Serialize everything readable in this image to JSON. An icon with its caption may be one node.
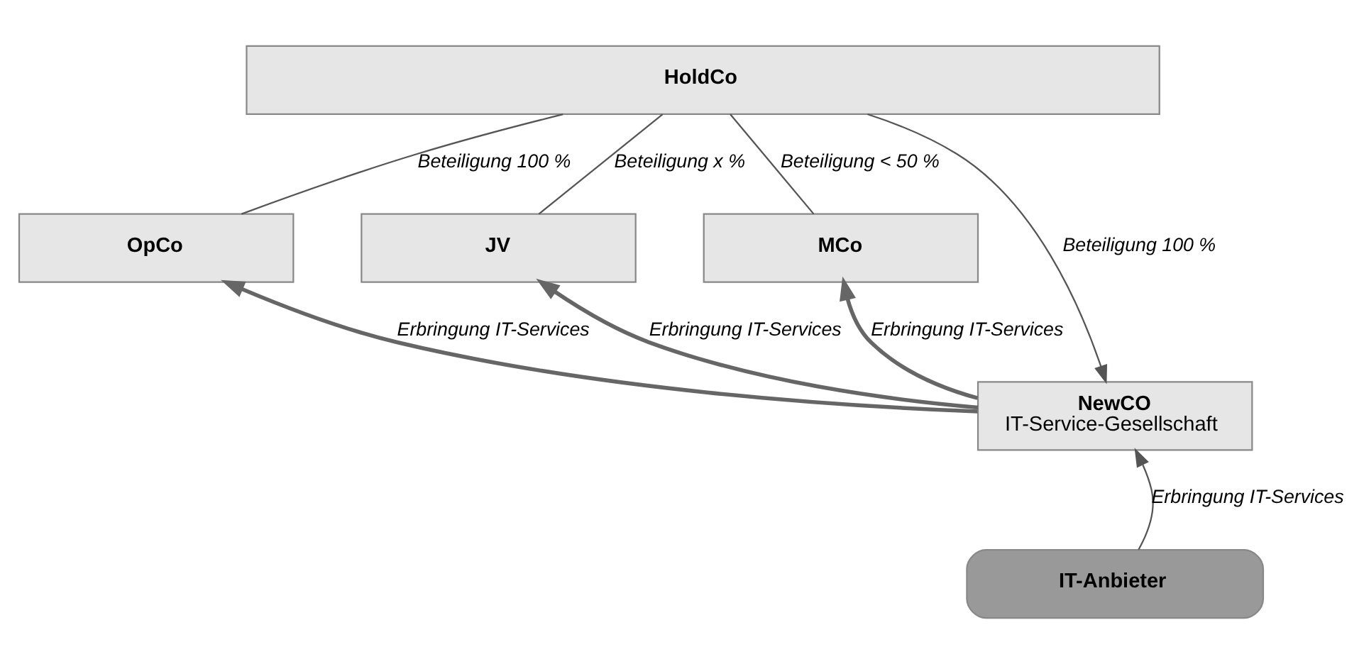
{
  "diagram": {
    "nodes": [
      {
        "text": [
          "HoldCo"
        ]
      },
      {
        "text": [
          "OpCo"
        ]
      },
      {
        "text": [
          "JV"
        ]
      },
      {
        "text": [
          "MCo"
        ]
      },
      {
        "text": [
          "NewCO",
          "IT-Service-Gesellschaft"
        ]
      },
      {
        "text": [
          "IT-Anbieter"
        ]
      }
    ],
    "edges": [
      {
        "from": 0,
        "to": 1,
        "arrow": "none",
        "label": "Beteiligung 100 %"
      },
      {
        "from": 0,
        "to": 2,
        "arrow": "none",
        "label": "Beteiligung x %"
      },
      {
        "from": 0,
        "to": 3,
        "arrow": "none",
        "label": "Beteiligung < 50 %"
      },
      {
        "from": 0,
        "to": 4,
        "arrow": "to",
        "label": "Beteiligung 100 %"
      },
      {
        "from": 4,
        "to": 1,
        "arrow": "to",
        "label": "Erbringung IT-Services",
        "style": "thick"
      },
      {
        "from": 4,
        "to": 2,
        "arrow": "to",
        "label": "Erbringung IT-Services",
        "style": "thick"
      },
      {
        "from": 4,
        "to": 3,
        "arrow": "to",
        "label": "Erbringung IT-Services",
        "style": "thick"
      },
      {
        "from": 5,
        "to": 4,
        "arrow": "to",
        "label": "Erbringung IT-Services"
      }
    ]
  }
}
